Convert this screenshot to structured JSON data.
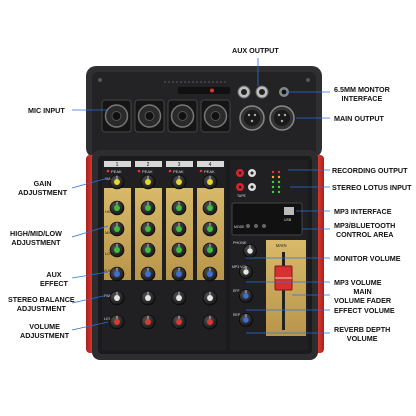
{
  "labels": {
    "aux_output": "AUX OUTPUT",
    "monitor_interface": [
      "6.5MM MONTOR",
      "INTERFACE"
    ],
    "mic_input": "MIC INPUT",
    "main_output": "MAIN OUTPUT",
    "gain_adjustment": [
      "GAIN",
      "ADJUSTMENT"
    ],
    "recording_output": "RECORDING OUTPUT",
    "stereo_lotus_input": "STEREO LOTUS INPUT",
    "high_mid_low": [
      "HIGH/MID/LOW",
      "ADJUSTMENT"
    ],
    "mp3_interface": "MP3 INTERFACE",
    "mp3_bluetooth": [
      "MP3/BLUETOOTH",
      "CONTROL AREA"
    ],
    "aux_effect": [
      "AUX",
      "EFFECT"
    ],
    "monitor_volume": "MONITOR VOLUME",
    "mp3_volume": "MP3 VOLUME",
    "stereo_balance": [
      "STEREO BALANCE",
      "ADJUSTMENT"
    ],
    "main_volume_fader": [
      "MAIN",
      "VOLUME FADER"
    ],
    "effect_volume": "EFFECT VOLUME",
    "volume_adjustment": [
      "VOLUME",
      "ADJUSTMENT"
    ],
    "reverb_depth": [
      "REVERB DEPTH",
      "VOLUME"
    ]
  },
  "panel": {
    "channels": [
      "1",
      "2",
      "3",
      "4"
    ],
    "peak": "PEAK",
    "gain": "GAIN",
    "high": "HIGH",
    "mid": "MID",
    "low": "LOW",
    "aux_eff": "AUX EFF",
    "pan": "PAN",
    "level": "LEVEL",
    "mic": "MIC",
    "mic48": "MIC +48V",
    "main": "MAIN",
    "phone": "PHONE",
    "tape": "TAPE",
    "mp3_vol": "MP3 VOL",
    "eff": "EFF",
    "rep": "REP",
    "mode": "MODE",
    "usb": "USB"
  },
  "colors": {
    "body": "#2b2b2d",
    "panel": "#1c1c1e",
    "gold": "#c8a85a",
    "red_side": "#d8322c",
    "knob_yellow": "#e8d630",
    "knob_green": "#3cbf3c",
    "knob_blue": "#3c6fd8",
    "knob_red": "#d83a32",
    "knob_white": "#e6e6e6",
    "text": "#111111"
  }
}
